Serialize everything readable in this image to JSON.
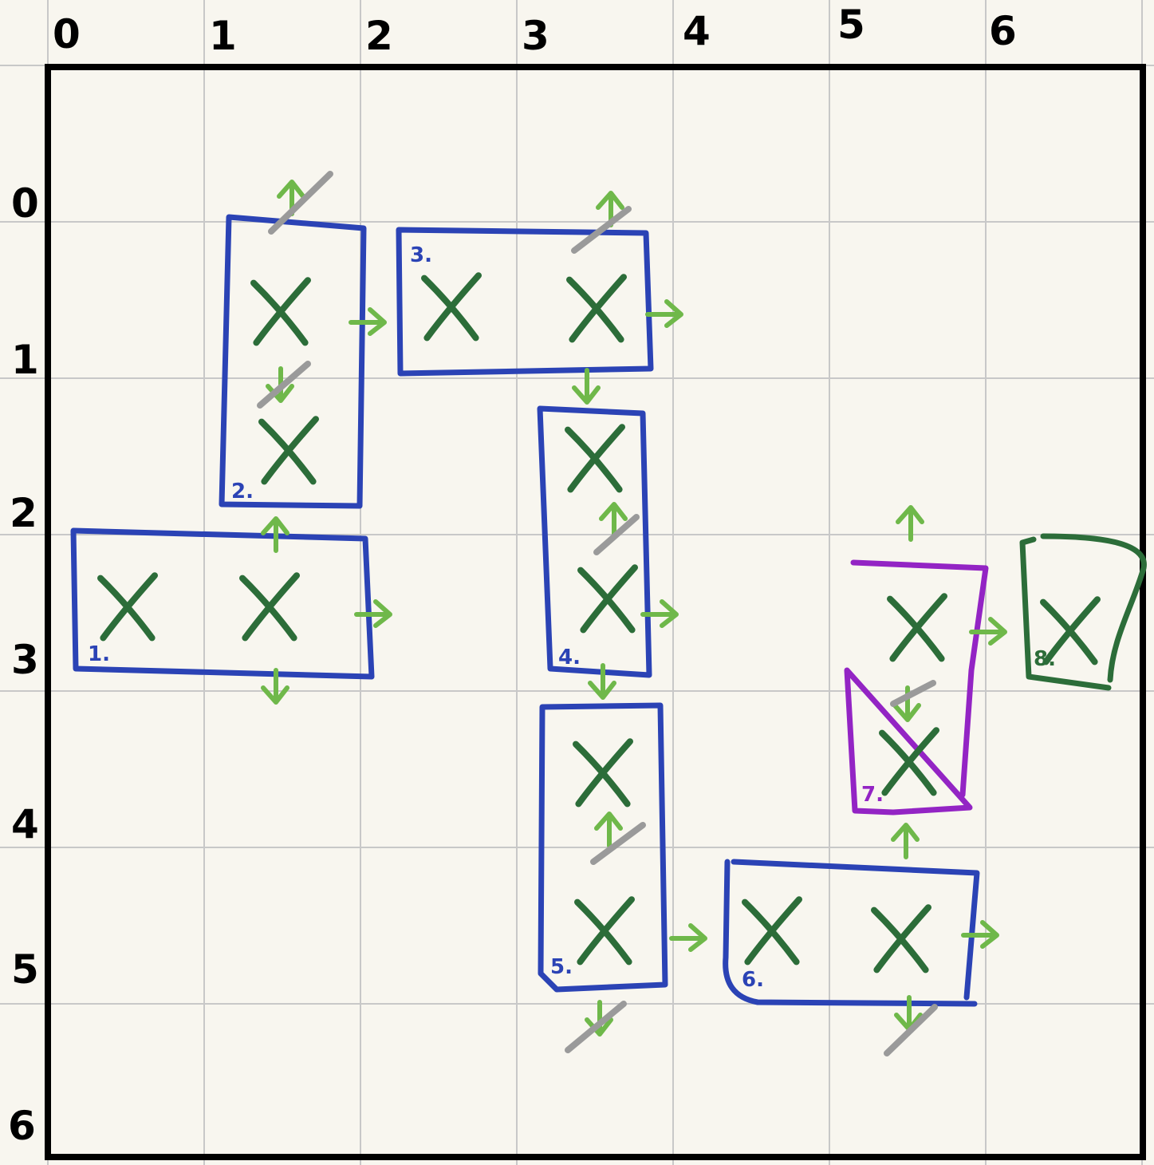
{
  "grid": {
    "column_labels": [
      "0",
      "1",
      "2",
      "3",
      "4",
      "5",
      "6"
    ],
    "row_labels": [
      "0",
      "1",
      "2",
      "3",
      "4",
      "5",
      "6"
    ]
  },
  "colors": {
    "paper": "#f8f6ef",
    "grid_line": "#c8c8c8",
    "frame": "#000000",
    "box_blue": "#2b43b5",
    "box_purple": "#9324c4",
    "box_dark_green": "#2c6d39",
    "cross": "#2c6d39",
    "arrow": "#6fb84a",
    "strike": "#9a9a9a"
  },
  "boxes": [
    {
      "label": "1.",
      "color": "box_blue"
    },
    {
      "label": "2.",
      "color": "box_blue"
    },
    {
      "label": "3.",
      "color": "box_blue"
    },
    {
      "label": "4.",
      "color": "box_blue"
    },
    {
      "label": "5.",
      "color": "box_blue"
    },
    {
      "label": "6.",
      "color": "box_blue"
    },
    {
      "label": "7.",
      "color": "box_purple"
    },
    {
      "label": "8.",
      "color": "box_dark_green"
    }
  ],
  "marks": {
    "cross": "x-mark",
    "arrow": "direction-arrow",
    "blocked_arrow": "crossed-out-arrow"
  }
}
